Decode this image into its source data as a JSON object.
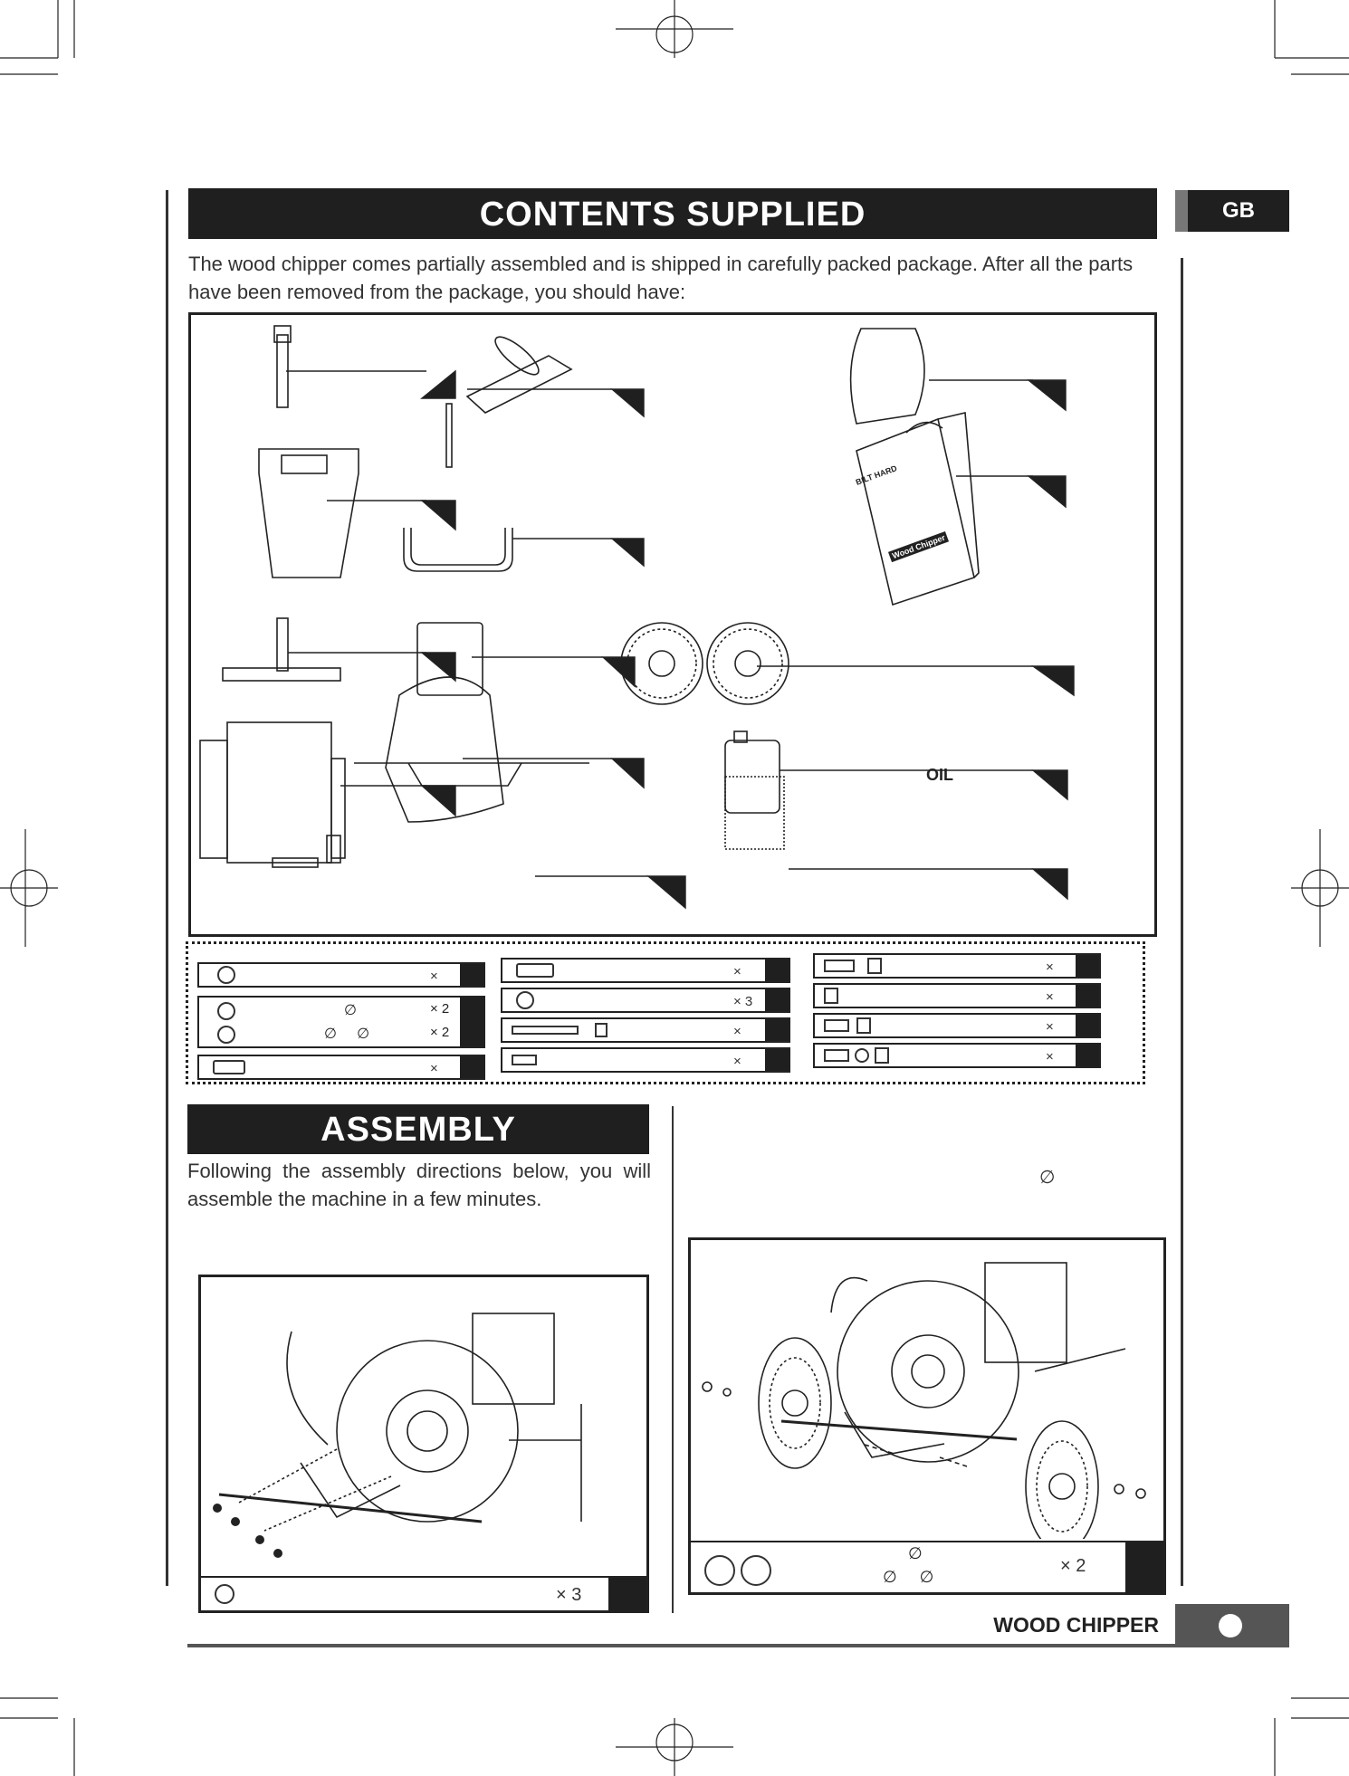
{
  "side_tab": {
    "label": "GB"
  },
  "contents": {
    "title": "CONTENTS SUPPLIED",
    "intro": "The wood chipper comes partially assembled and is shipped in carefully packed package. After all the parts have been removed from the package, you should have:",
    "manual_cover": {
      "brand": "BILT HARD",
      "title": "Wood Chipper"
    },
    "oil_label": "OIL"
  },
  "hardware": {
    "col1": [
      {
        "qty": "×",
        "diam": ""
      },
      {
        "qty": "× 2",
        "diam": "∅"
      },
      {
        "qty": "× 2",
        "diam": "∅     ∅"
      },
      {
        "qty": "×",
        "diam": ""
      }
    ],
    "col2": [
      {
        "qty": "×"
      },
      {
        "qty": "× 3"
      },
      {
        "qty": "×"
      },
      {
        "qty": "×"
      }
    ],
    "col3": [
      {
        "qty": "×"
      },
      {
        "qty": "×"
      },
      {
        "qty": "×"
      },
      {
        "qty": "×"
      }
    ]
  },
  "assembly": {
    "title": "ASSEMBLY",
    "intro": "Following the assembly directions below, you will assemble the machine in a few minutes.",
    "right_diam": "∅",
    "step1_qty": "× 3",
    "step2_qty": "× 2",
    "step2_diam_top": "∅",
    "step2_diam_bottom": "∅     ∅"
  },
  "footer": {
    "label": "WOOD CHIPPER"
  }
}
